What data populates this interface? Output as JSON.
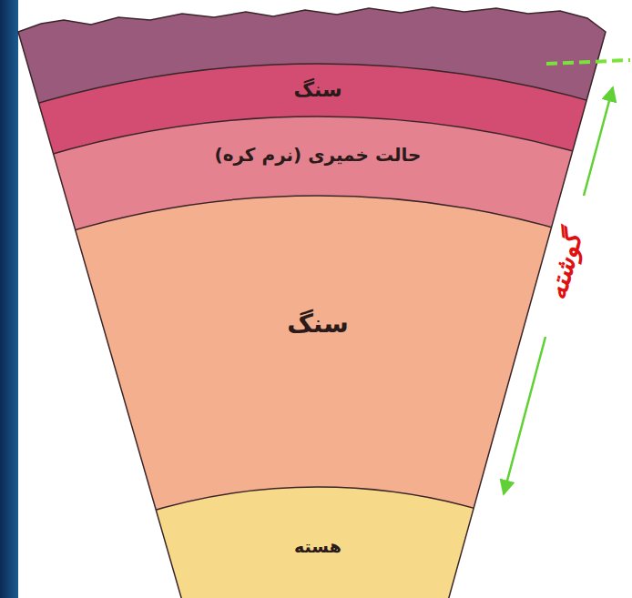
{
  "diagram": {
    "nodes": [
      {
        "text": [
          "سنگ"
        ]
      },
      {
        "text": [
          "حالت خمیری (نرم کره)"
        ]
      },
      {
        "text": [
          "سنگ"
        ]
      },
      {
        "text": [
          "هسته"
        ]
      }
    ],
    "labels": [
      "گوشته"
    ]
  }
}
